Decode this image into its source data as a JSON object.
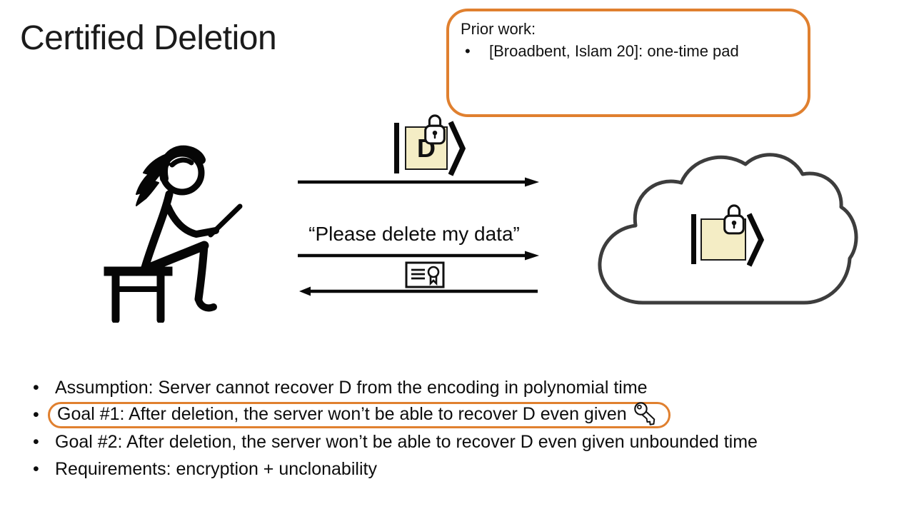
{
  "slide": {
    "title": "Certified Deletion",
    "prior_work": {
      "heading": "Prior work:",
      "marker": "•",
      "items": [
        "[Broadbent, Islam 20]: one-time pad"
      ]
    },
    "protocol": {
      "encoded_data_label": "D",
      "delete_request": "“Please delete my data”"
    },
    "bullets": {
      "marker": "•",
      "assumption": "Assumption: Server cannot recover D from the encoding in polynomial time",
      "goal1_text": "Goal #1: After deletion, the server won’t be able to recover D even given",
      "goal2": "Goal #2: After deletion, the server won’t be able to recover D even given unbounded time",
      "requirements": "Requirements: encryption + unclonability"
    },
    "icons": {
      "padlock": "🔒",
      "certificate": "📜",
      "key": "🔑",
      "cloud": "☁",
      "person": "🧍"
    },
    "colors": {
      "accent_orange": "#E0802F",
      "data_fill": "#F4EDC5",
      "ink": "#121212",
      "cloud_stroke": "#3d3d3d"
    }
  }
}
